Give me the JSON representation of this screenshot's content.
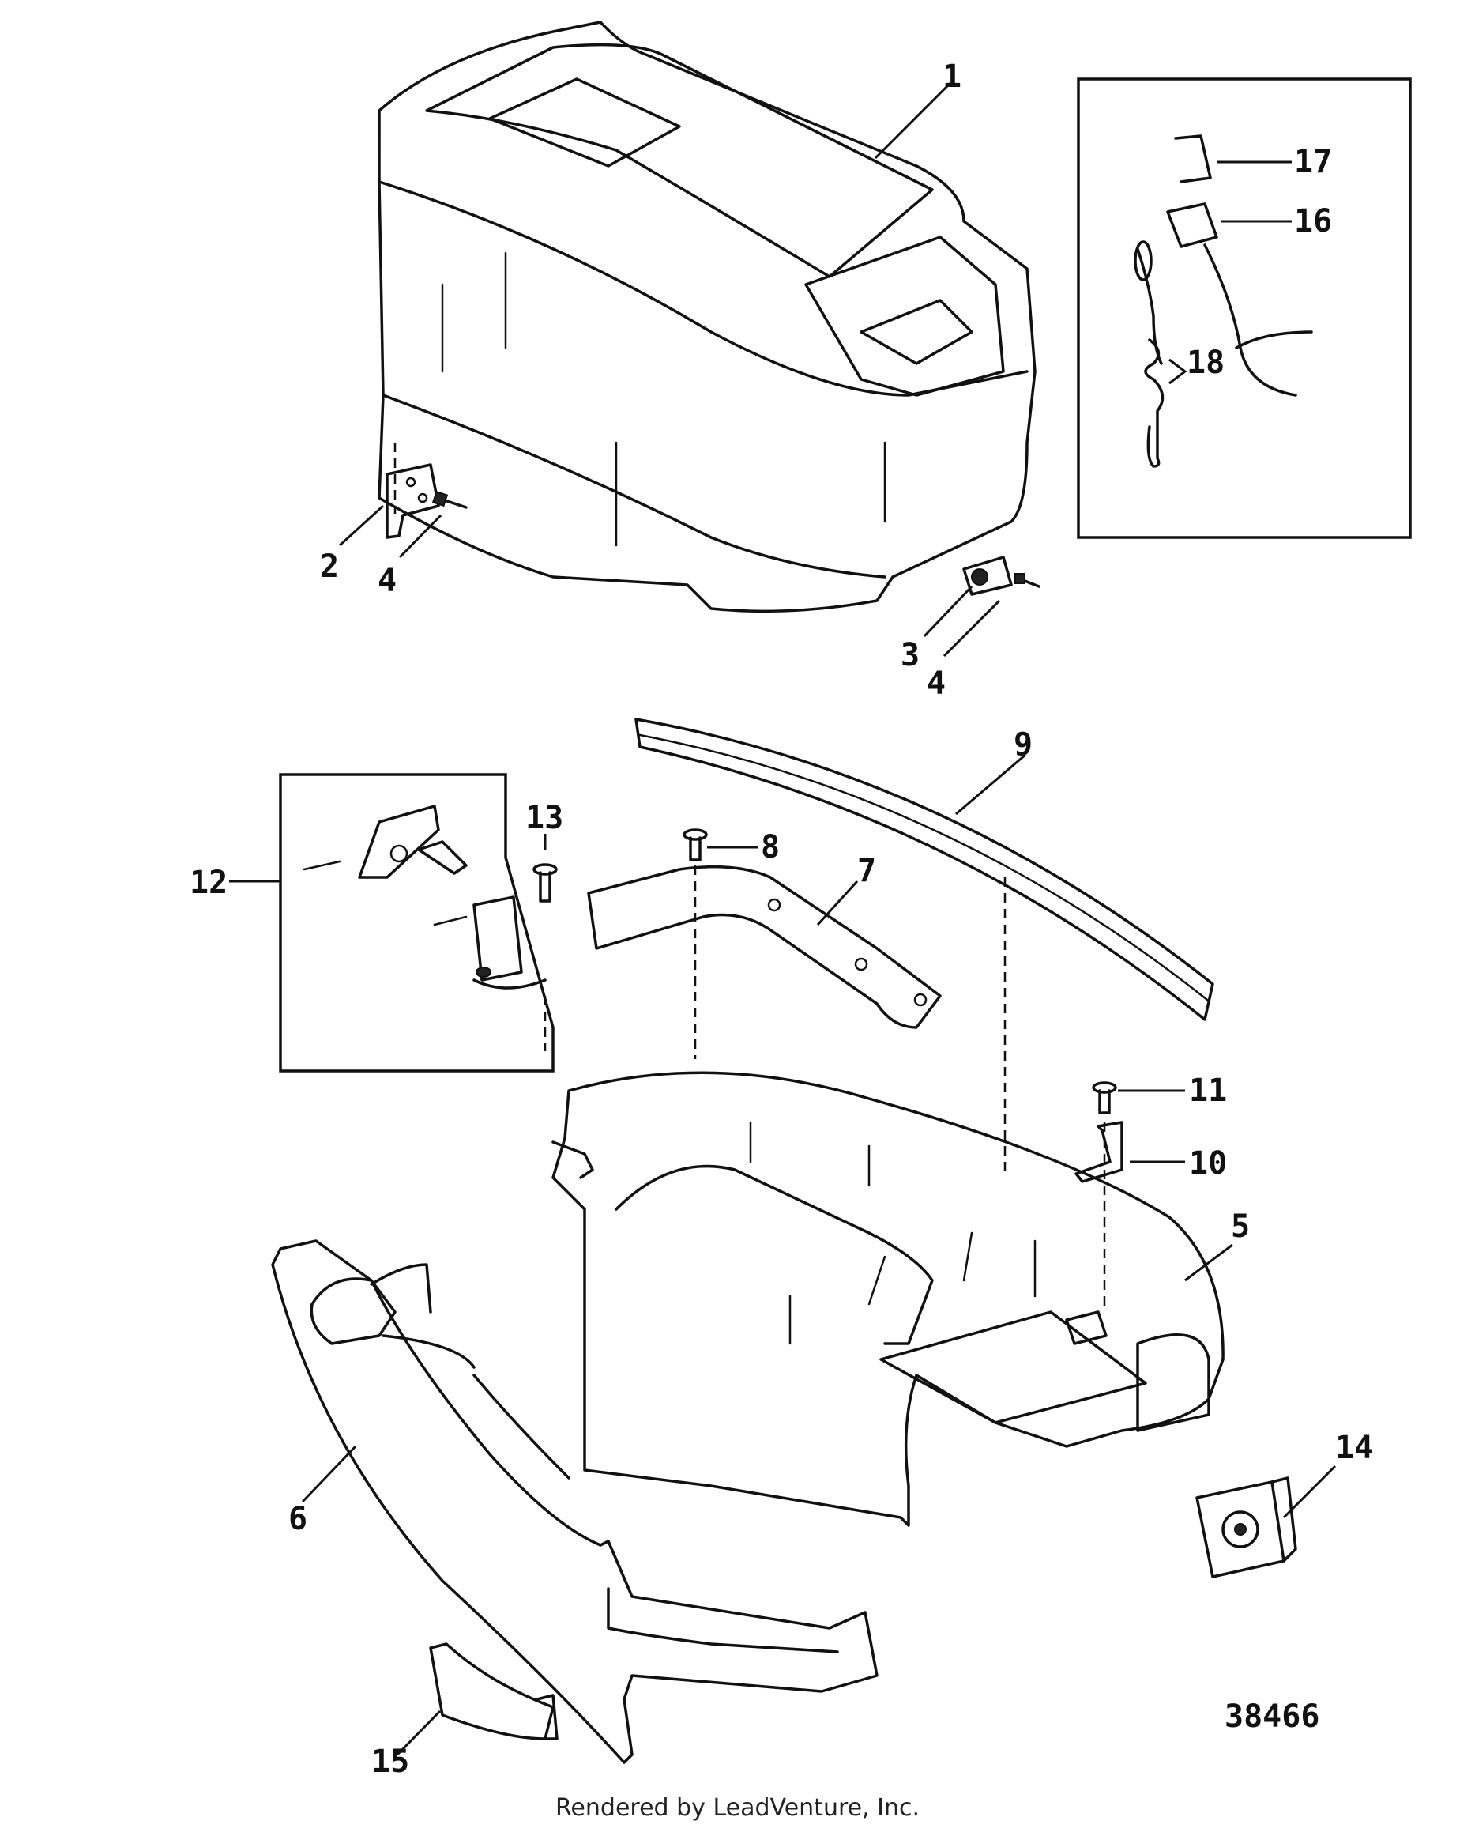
{
  "diagram": {
    "drawing_number": "38466",
    "footer": "Rendered by LeadVenture, Inc.",
    "callouts": [
      {
        "id": "1",
        "label": "1"
      },
      {
        "id": "2",
        "label": "2"
      },
      {
        "id": "3",
        "label": "3"
      },
      {
        "id": "4a",
        "label": "4"
      },
      {
        "id": "4b",
        "label": "4"
      },
      {
        "id": "5",
        "label": "5"
      },
      {
        "id": "6",
        "label": "6"
      },
      {
        "id": "7",
        "label": "7"
      },
      {
        "id": "8",
        "label": "8"
      },
      {
        "id": "9",
        "label": "9"
      },
      {
        "id": "10",
        "label": "10"
      },
      {
        "id": "11",
        "label": "11"
      },
      {
        "id": "12",
        "label": "12"
      },
      {
        "id": "13",
        "label": "13"
      },
      {
        "id": "14",
        "label": "14"
      },
      {
        "id": "15",
        "label": "15"
      },
      {
        "id": "16",
        "label": "16"
      },
      {
        "id": "17",
        "label": "17"
      },
      {
        "id": "18",
        "label": "18"
      }
    ]
  }
}
